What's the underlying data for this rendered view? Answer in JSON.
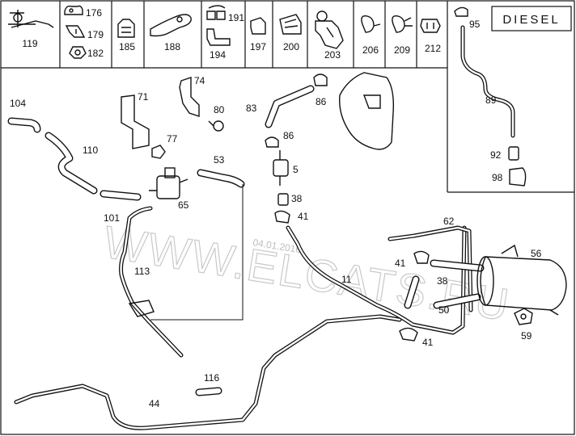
{
  "header": {
    "variant_label": "DIESEL",
    "part_numbers": [
      "119",
      "176",
      "179",
      "182",
      "185",
      "188",
      "191",
      "194",
      "197",
      "200",
      "203",
      "206",
      "209",
      "212"
    ]
  },
  "diesel_inset": {
    "labels": [
      "95",
      "89",
      "92",
      "98"
    ]
  },
  "callouts": {
    "c104": "104",
    "c110": "110",
    "c71": "71",
    "c74": "74",
    "c80": "80",
    "c77": "77",
    "c53": "53",
    "c65": "65",
    "c101": "101",
    "c113": "113",
    "c83": "83",
    "c86a": "86",
    "c86b": "86",
    "c5": "5",
    "c38a": "38",
    "c41a": "41",
    "c11": "11",
    "c62": "62",
    "c56": "56",
    "c41b": "41",
    "c38b": "38",
    "c50": "50",
    "c59": "59",
    "c41c": "41",
    "c116": "116",
    "c44": "44"
  },
  "watermark": {
    "text": "WWW.ELCATS.RU",
    "date": "04.01.2016"
  }
}
